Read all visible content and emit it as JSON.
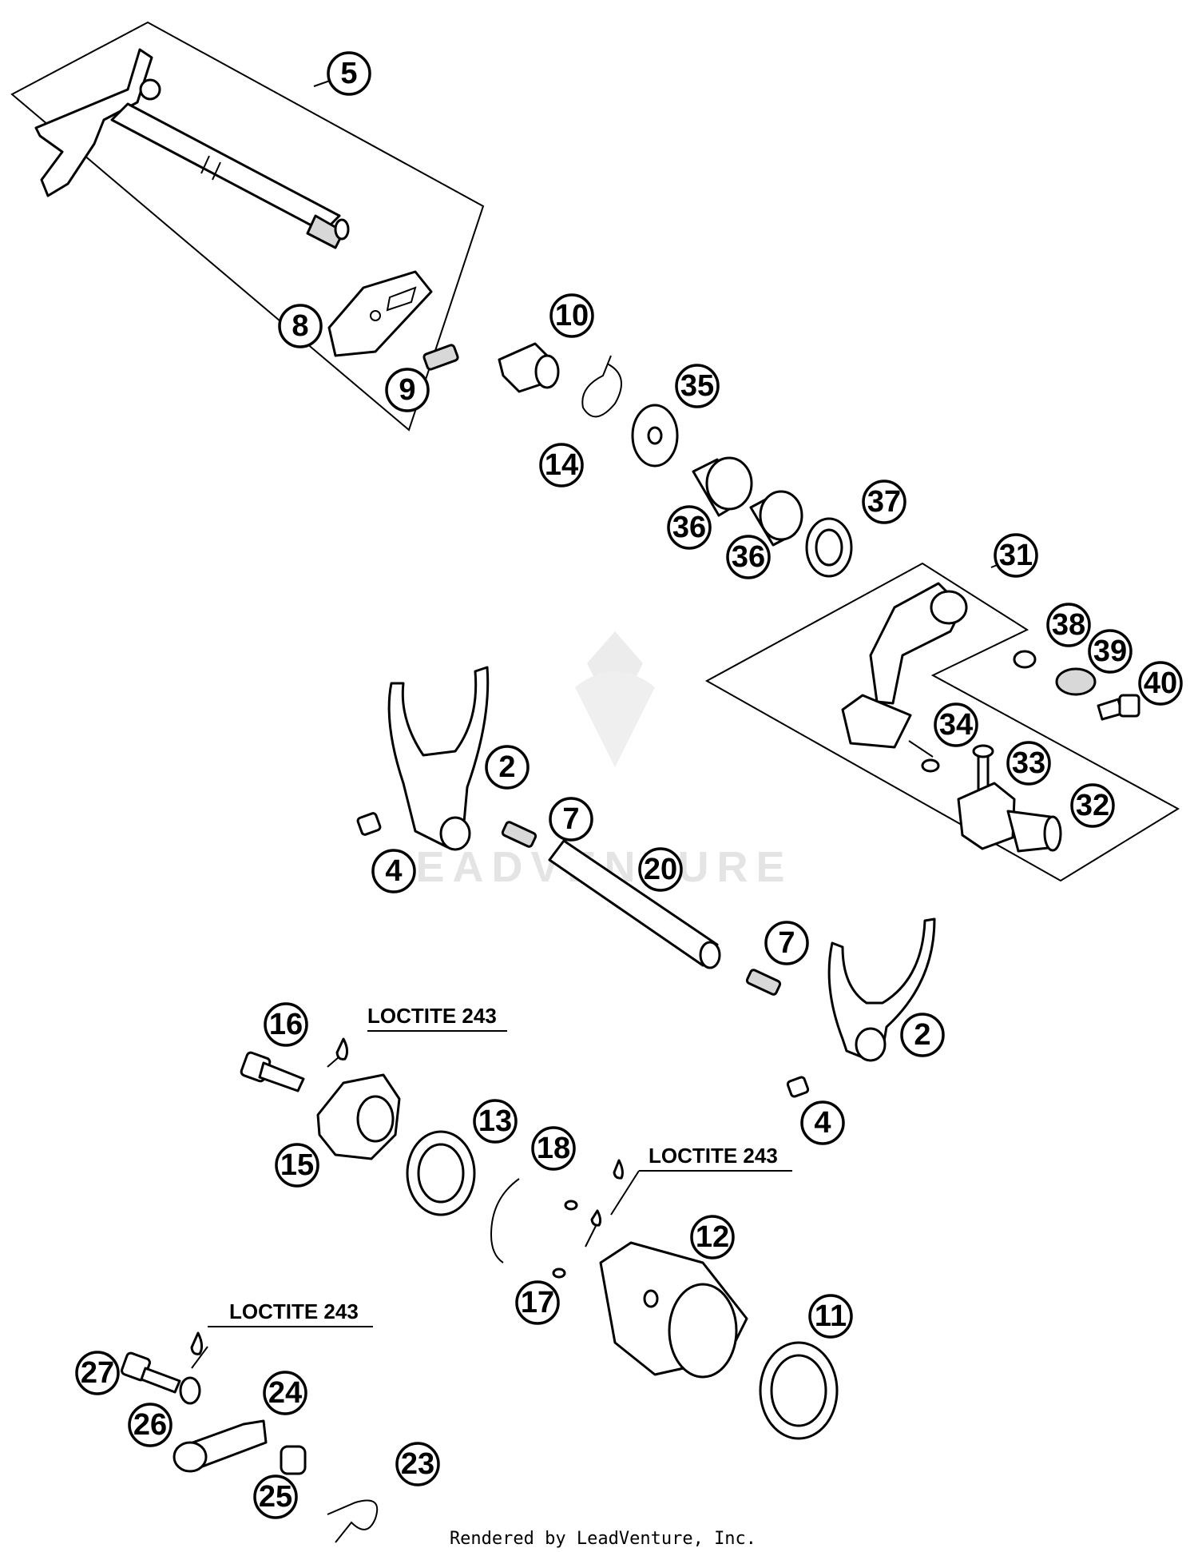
{
  "watermark": {
    "text": "LEADVENTURE"
  },
  "footer": {
    "text": "Rendered by LeadVenture, Inc."
  },
  "notes": [
    "LOCTITE 243",
    "LOCTITE 243",
    "LOCTITE 243"
  ],
  "callouts": [
    "5",
    "8",
    "9",
    "10",
    "14",
    "35",
    "36",
    "36",
    "37",
    "31",
    "38",
    "39",
    "40",
    "34",
    "33",
    "32",
    "2",
    "7",
    "4",
    "20",
    "7",
    "2",
    "4",
    "16",
    "15",
    "13",
    "18",
    "12",
    "17",
    "11",
    "27",
    "26",
    "24",
    "25",
    "23"
  ],
  "colors": {
    "line": "#000000",
    "background": "#ffffff",
    "watermark": "#e4e4e4"
  }
}
